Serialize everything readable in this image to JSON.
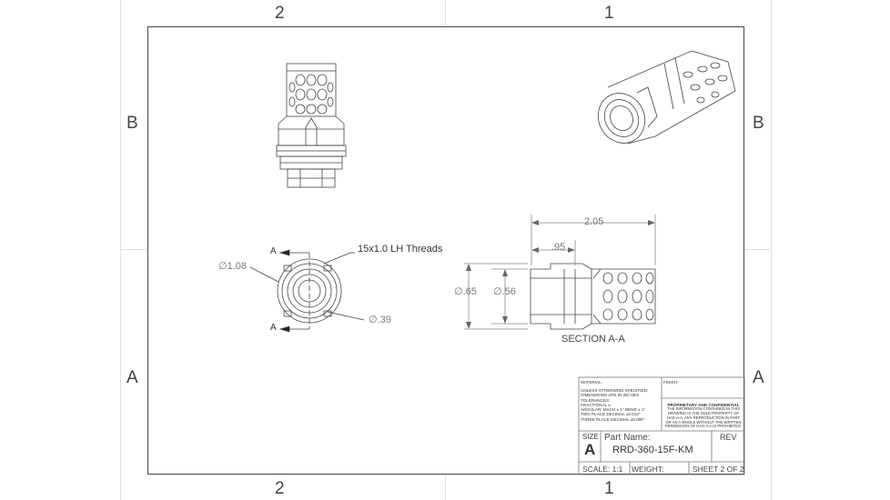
{
  "zones": {
    "top_left": "2",
    "top_right": "1",
    "bottom_left": "2",
    "bottom_right": "1",
    "left_upper": "B",
    "left_lower": "A",
    "right_upper": "B",
    "right_lower": "A"
  },
  "annotations": {
    "thread_note": "15x1.0 LH Threads",
    "dia_outer": "∅1.08",
    "dia_inner": "∅.39",
    "section_arrow_top": "A",
    "section_arrow_bottom": "A",
    "dim_length": "2.05",
    "dim_shoulder": ".95",
    "dim_dia_65": "∅.65",
    "dim_dia_56": "∅.56",
    "section_label": "SECTION A-A"
  },
  "title_block": {
    "material": "MATERIAL:",
    "finish": "FINISH:",
    "tolerances": [
      "UNLESS OTHERWISE SPECIFIED:",
      "DIMENSIONS ARE IN INCHES",
      "TOLERANCES:",
      "FRACTIONAL ±",
      "ANGULAR: MACH ± 1°   BEND ± 1°",
      "TWO PLACE DECIMAL    ±0.010\"",
      "THREE PLACE DECIMAL  ±0.005\""
    ],
    "proprietary_title": "PROPRIETARY AND CONFIDENTIAL",
    "proprietary_text": "THE INFORMATION CONTAINED IN THIS DRAWING IS THE SOLE PROPERTY OF HAS-A-A. ANY REPRODUCTION IN PART OR AS A WHOLE WITHOUT THE WRITTEN PERMISSION OF HAS-A-A IS PROHIBITED.",
    "size_label": "SIZE",
    "size_value": "A",
    "part_name_label": "Part Name:",
    "part_name_value": "RRD-360-15F-KM",
    "rev_label": "REV",
    "scale": "SCALE: 1:1",
    "weight": "WEIGHT:",
    "sheet": "SHEET 2 OF 2"
  }
}
